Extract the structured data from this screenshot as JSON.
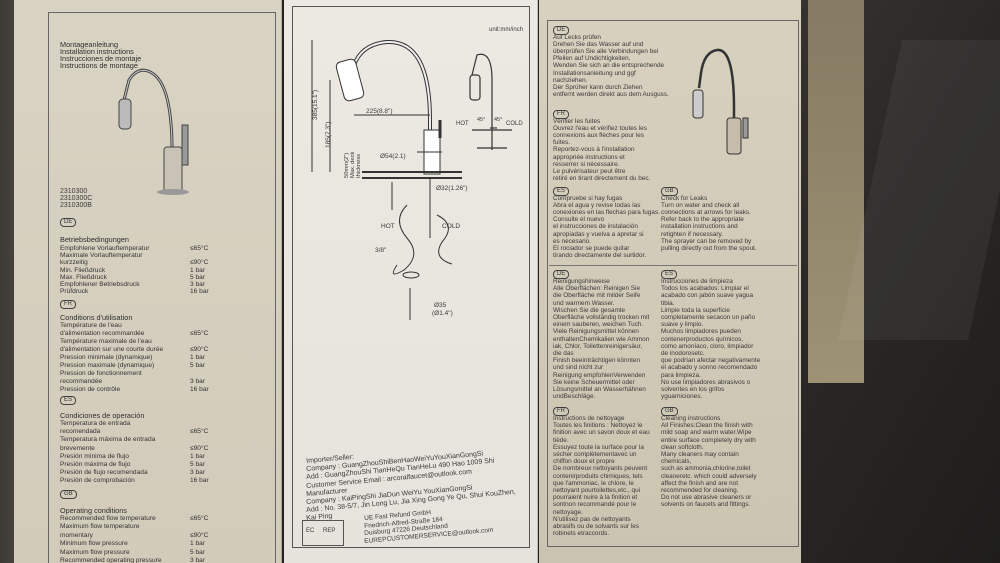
{
  "panel_left": {
    "titles": [
      "Montageanleitung",
      "Installation instructions",
      "Instrucciones de montaje",
      "Instructions de montage"
    ],
    "models": [
      "2310300",
      "2310300C",
      "2310300B"
    ],
    "de": {
      "badge": "DE",
      "heading": "Betriebsbedingungen",
      "rows": [
        [
          "Empfohlene Vorlauftemperatur",
          "≤65°C"
        ],
        [
          "Maximale Vorlauftemperatur",
          ""
        ],
        [
          "kurzzeitig",
          "≤90°C"
        ],
        [
          "Min. Fließdruck",
          "1 bar"
        ],
        [
          "Max. Fließdruck",
          "5 bar"
        ],
        [
          "Empfohlener Betriebsdruck",
          "3 bar"
        ],
        [
          "Prüfdruck",
          "16 bar"
        ]
      ]
    },
    "fr": {
      "badge": "FR",
      "heading": "Conditions d'utilisation",
      "rows": [
        [
          "Température de l'eau",
          ""
        ],
        [
          "d'alimentation recommandée",
          "≤65°C"
        ],
        [
          "Température maximale de l'eau",
          ""
        ],
        [
          "d'alimentation sur une courte durée",
          "≤90°C"
        ],
        [
          "Pression minimale (dynamique)",
          "1 bar"
        ],
        [
          "Pression maximale (dynamique)",
          "5 bar"
        ],
        [
          "Pression de fonctionnement",
          ""
        ],
        [
          "recommandée",
          "3 bar"
        ],
        [
          "Pression de contrôle",
          "16 bar"
        ]
      ]
    },
    "es": {
      "badge": "ES",
      "heading": "Condiciones de operación",
      "rows": [
        [
          "Temperatura de entrada",
          ""
        ],
        [
          "recomendada",
          "≤65°C"
        ],
        [
          "Temperatura máxima de entrada",
          ""
        ],
        [
          "brevemente",
          "≤90°C"
        ],
        [
          "Presión mínima de flujo",
          "1 bar"
        ],
        [
          "Presión máxima de flujo",
          "5 bar"
        ],
        [
          "Presión de flujo recomendada",
          "3 bar"
        ],
        [
          "Presión de comprobación",
          "16 bar"
        ]
      ]
    },
    "gb": {
      "badge": "GB",
      "heading": "Operating conditions",
      "rows": [
        [
          "Recommended flow temperature",
          "≤65°C"
        ],
        [
          "Maximum flow temperature",
          ""
        ],
        [
          "momentary",
          "≤90°C"
        ],
        [
          "Minimum flow pressure",
          "1 bar"
        ],
        [
          "Maximum flow pressure",
          "5 bar"
        ],
        [
          "Recommended operating pressure",
          "3 bar"
        ]
      ]
    }
  },
  "panel_middle": {
    "unit": "unit:mm/inch",
    "dims": {
      "height": "385(15.1\")",
      "reach": "225(8.8\")",
      "spout": "185(7.3\")",
      "base": "Ø54(2.1)",
      "hole": "Ø32(1.26\")",
      "deck": "50mm(2\")\nMax. deck\nthickness",
      "thread": "3/8\"",
      "hole35": "Ø35",
      "hole35in": "(Ø1.4\")",
      "hot": "HOT",
      "cold": "COLD",
      "angle1": "45°",
      "angle2": "45°"
    },
    "importer": [
      "Importer/Seller:",
      "Company : GuangZhouShiBenHaoWeiYuYouXianGongSi",
      "Add : GuangZhouShi TianHeQu TianHeLu 490 Hao 1009 Shi",
      "Customer Service Email : arcoralfaucet@outlook.com",
      "Manufacturer",
      "Company : KaiPingShi JiaDun WeiYu YouXianGongSi",
      "Add : No. 38-5/7, Jin Long Lu, Jia Xing Gong Ye Qu, Shui KouZhen,",
      "Kai Ping"
    ],
    "ec_rep": [
      "EC",
      "REP"
    ],
    "ec_address": [
      "UE Fast Refund GmbH",
      "Friedrich-Alfred-Straße 184",
      "Duisburg 47226 Deutschland",
      "EUREPCUSTOMERSERVICE@outlook.com"
    ]
  },
  "panel_right": {
    "de_check": {
      "badge": "DE",
      "lines": [
        "Auf Lecks prüfen",
        "Drehen Sie das Wasser auf und",
        "überprüfen Sie alle Verbindungen bei",
        "Pfeilen auf Undichtigkeiten.",
        "Wenden Sie sich an die entsprechende",
        "Installationsanleitung und ggf",
        "nachziehen.",
        "Der Sprüher kann durch Ziehen",
        "entfernt werden direkt aus dem Ausguss."
      ]
    },
    "fr_check": {
      "badge": "FR",
      "lines": [
        "Vérifier les fuites",
        "Ouvrez l'eau et vérifiez toutes les",
        "connexions aux flèches pour les",
        "fuites.",
        "Reportez-vous à l'installation",
        "appropriée instructions et",
        "resserrer si nécessaire.",
        "Le pulvérisateur peut être",
        "retiré en tirant directement du bec."
      ]
    },
    "es_check": {
      "badge": "ES",
      "lines": [
        "Compruebe si hay fugas",
        "Abra el agua y revise todas las",
        "conexiones en las flechas para fugas.",
        "Consulte el nuevo",
        "el instrucciones de instalación",
        "apropiadas y vuelva a apretar si",
        "es necesario.",
        "El rociador se puede quitar",
        "tirando directamente del surtidor."
      ]
    },
    "gb_check": {
      "badge": "GB",
      "lines": [
        "Check for Leaks",
        "Turn on water and check all",
        "connections at arrows for leaks.",
        "Refer back to the appropriate",
        "installation instructions and",
        "retighten if necessary.",
        "The sprayer can be removed by",
        "pulling directly out from the spout."
      ]
    },
    "de_clean": {
      "badge": "DE",
      "lines": [
        "Reinigungshinweise",
        "Alle Oberflächen: Reinigen Sie",
        "die Oberfläche mit milder Seife",
        "und warmem Wasser.",
        "Wischen Sie die gesamte",
        "Oberfläche vollständig trocken mit",
        "einem sauberen, weichen Tuch.",
        "Viele Reinigungsmittel können",
        "enthaltenChemikalien wie Ammon",
        "iak, Chlor, Toilettenreinigersäur,",
        "die das",
        "Finish beeinträchtigen könnten",
        "und sind nicht zur",
        "Reinigung empfohlenVerwenden",
        "Sie keine Scheuermittel oder",
        "Lösungsmittel an Wasserhähnen",
        "undBeschläge."
      ]
    },
    "es_clean": {
      "badge": "ES",
      "lines": [
        "Instrucciones de limpieza",
        "Todos los acabados: Limpiar el",
        "acabado con jabón suave yagua",
        "tibia.",
        "Limpie toda la superficie",
        "completamente secacon un paño",
        "suave y limpio.",
        "Muchos limpiadores pueden",
        "contenerproductos químicos,",
        "como amoníaco, cloro, limpiador",
        "de inodorosetc.",
        "que podrían afectar negativamente",
        "el acabado y sonno recomendado",
        "para limpieza.",
        "No use limpiadores abrasivos o",
        "solventes en los grifos",
        "yguarniciones."
      ]
    },
    "fr_clean": {
      "badge": "FR",
      "lines": [
        "Instructions de nettoyage",
        "Toutes les finitions : Nettoyez le",
        "finition avec un savon doux et eau",
        "tiède.",
        "Essuyez toute la surface pour la",
        "sécher complètementavec un",
        "chiffon doux et propre",
        "De nombreux nettoyants peuvent",
        "contenirproduits chimiques, tels",
        "que l'ammoniac, le chlore, le",
        "nettoyant pourtoilettes,etc., qui",
        "pourraient nuire à la finition et",
        "sontnon recommandé pour le",
        "nettoyage.",
        "N'utilisez pas de nettoyants",
        "abrasifs ou de solvants sur les",
        "robinets etraccords."
      ]
    },
    "gb_clean": {
      "badge": "GB",
      "lines": [
        "Cleaning instructions",
        "All Finishes:Clean the finish with",
        "mild soap and warm water.Wipe",
        "entire surface completely dry with",
        "clean softcloth.",
        "Many cleaners may contain",
        "chemicals,",
        "such as ammonia,chlorine,toilet",
        "cleaneretc. which could adversely",
        "affect the finish and are not",
        "recommended for cleaning.",
        "Do not use abrasive cleaners or",
        "solvents on faucets and fittings."
      ]
    }
  },
  "colors": {
    "paper_left": "#d9d3c3",
    "paper_middle": "#ece9e2",
    "paper_right": "#d3ccba",
    "background": "#2c2a28"
  }
}
